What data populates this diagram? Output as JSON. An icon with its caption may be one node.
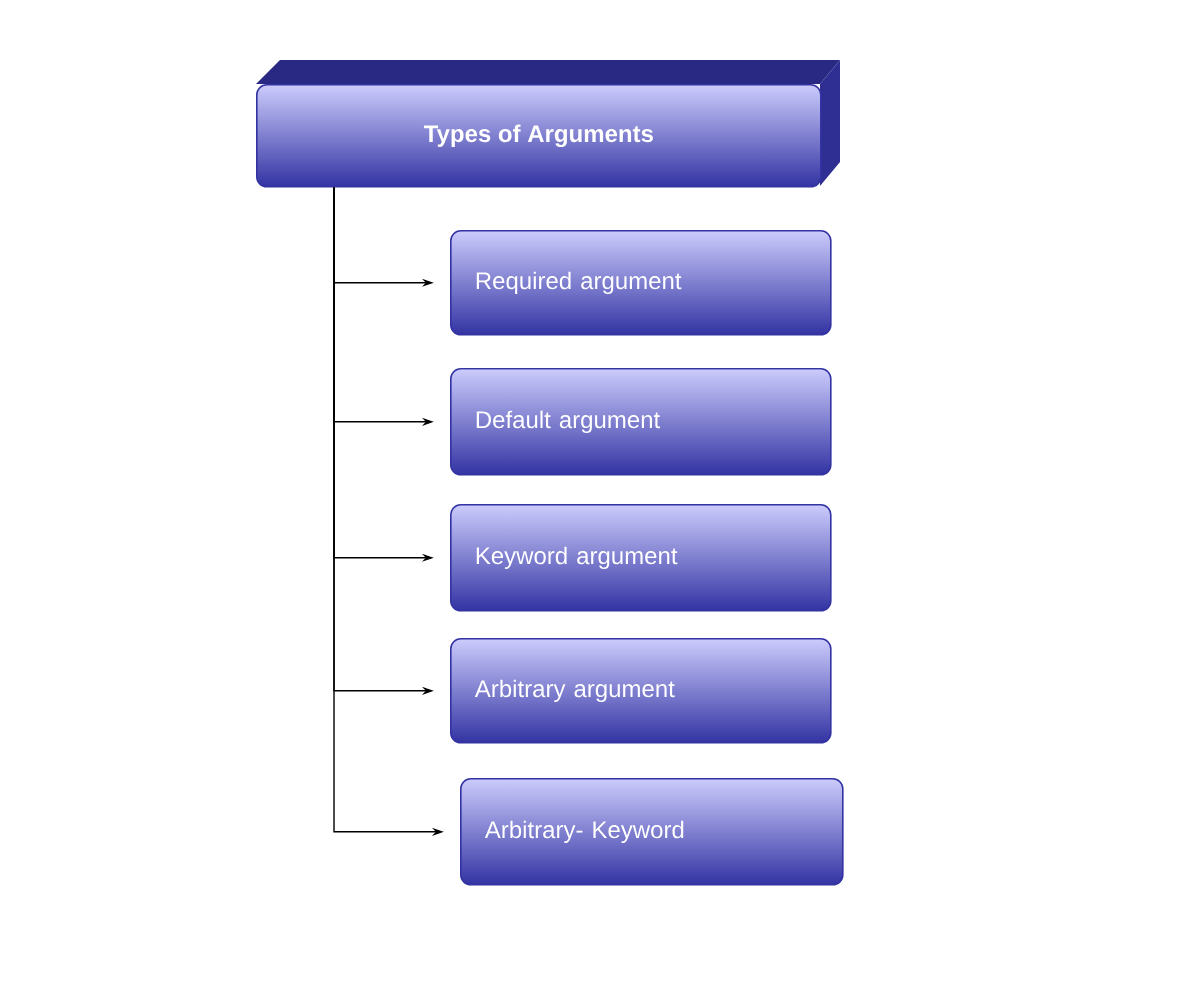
{
  "diagram": {
    "nodes": [
      {
        "text": [
          "Types of Arguments"
        ]
      },
      {
        "text": [
          "Required argument"
        ]
      },
      {
        "text": [
          "Default argument"
        ]
      },
      {
        "text": [
          "Keyword argument"
        ]
      },
      {
        "text": [
          "Arbitrary argument"
        ]
      },
      {
        "text": [
          "Arbitrary- Keyword"
        ]
      }
    ],
    "edges": [
      {
        "from": 0,
        "to": 1,
        "arrow": "to"
      },
      {
        "from": 0,
        "to": 2,
        "arrow": "to"
      },
      {
        "from": 0,
        "to": 3,
        "arrow": "to"
      },
      {
        "from": 0,
        "to": 4,
        "arrow": "to"
      },
      {
        "from": 0,
        "to": 5,
        "arrow": "to"
      }
    ]
  }
}
